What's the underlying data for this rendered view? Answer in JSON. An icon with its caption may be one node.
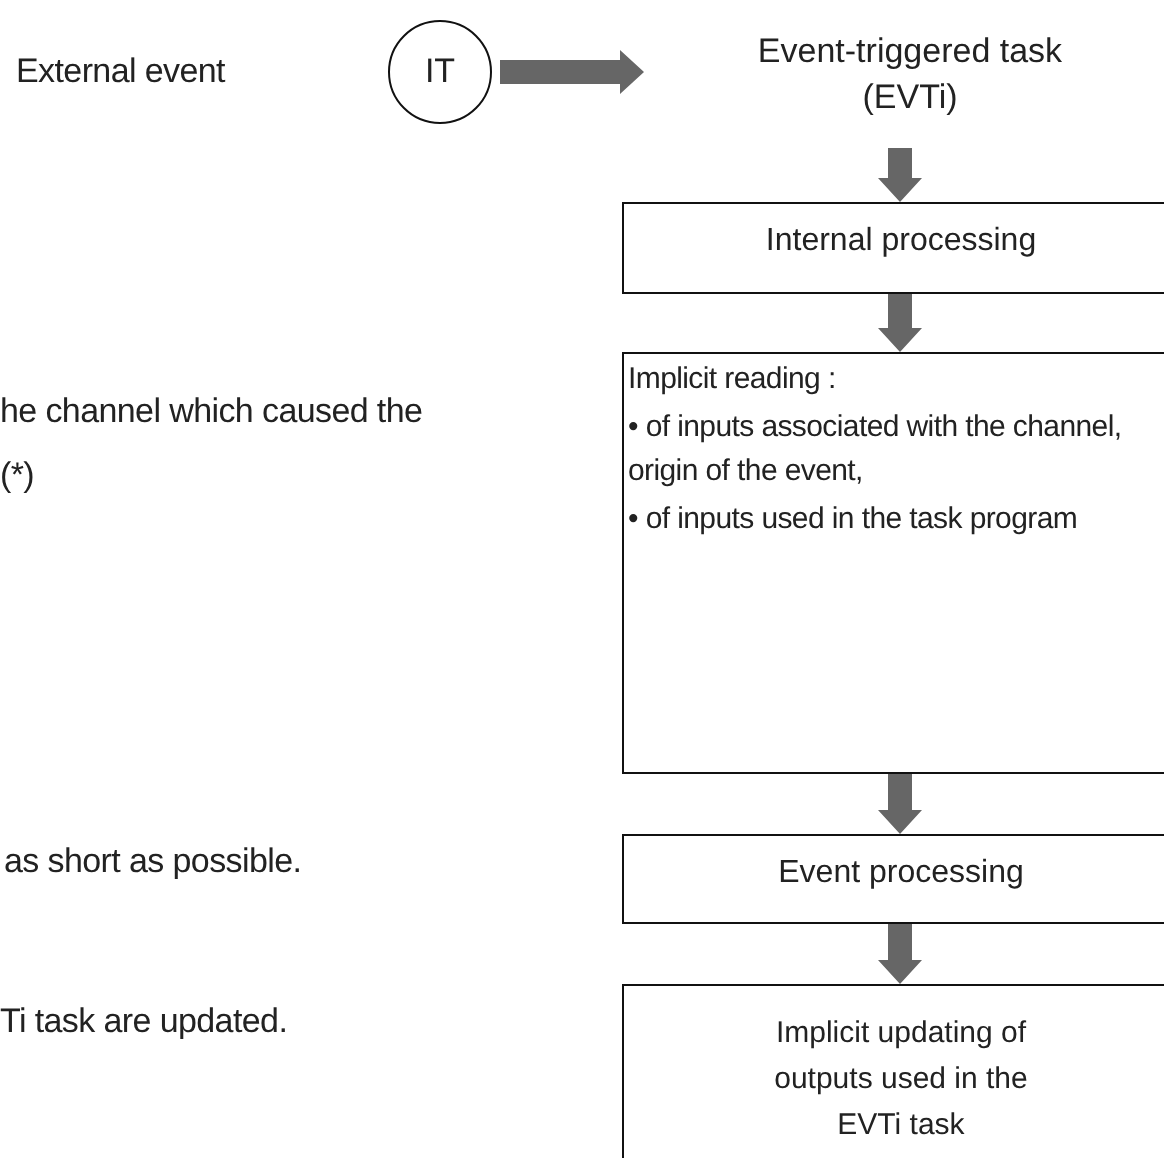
{
  "diagram": {
    "nodes": [
      {
        "text": [
          "IT"
        ]
      },
      {
        "text": [
          "Event-triggered task (EVTi)"
        ]
      },
      {
        "text": [
          "Internal processing"
        ]
      },
      {
        "text": [
          "Implicit reading :",
          "• of inputs associated with the channel, origin of the event,",
          "• of inputs used in the task program"
        ]
      },
      {
        "text": [
          "Event processing"
        ]
      },
      {
        "text": [
          "Implicit updating of outputs used in the EVTi task"
        ]
      }
    ],
    "edges": [
      {
        "from": 0,
        "to": 1,
        "arrow": "to"
      },
      {
        "from": 1,
        "to": 2,
        "arrow": "to"
      },
      {
        "from": 2,
        "to": 3,
        "arrow": "to"
      },
      {
        "from": 3,
        "to": 4,
        "arrow": "to"
      },
      {
        "from": 4,
        "to": 5,
        "arrow": "to"
      }
    ],
    "labels": [
      "External event",
      "he channel which caused the",
      "(*)",
      "as short as possible.",
      "Ti task are updated."
    ]
  }
}
